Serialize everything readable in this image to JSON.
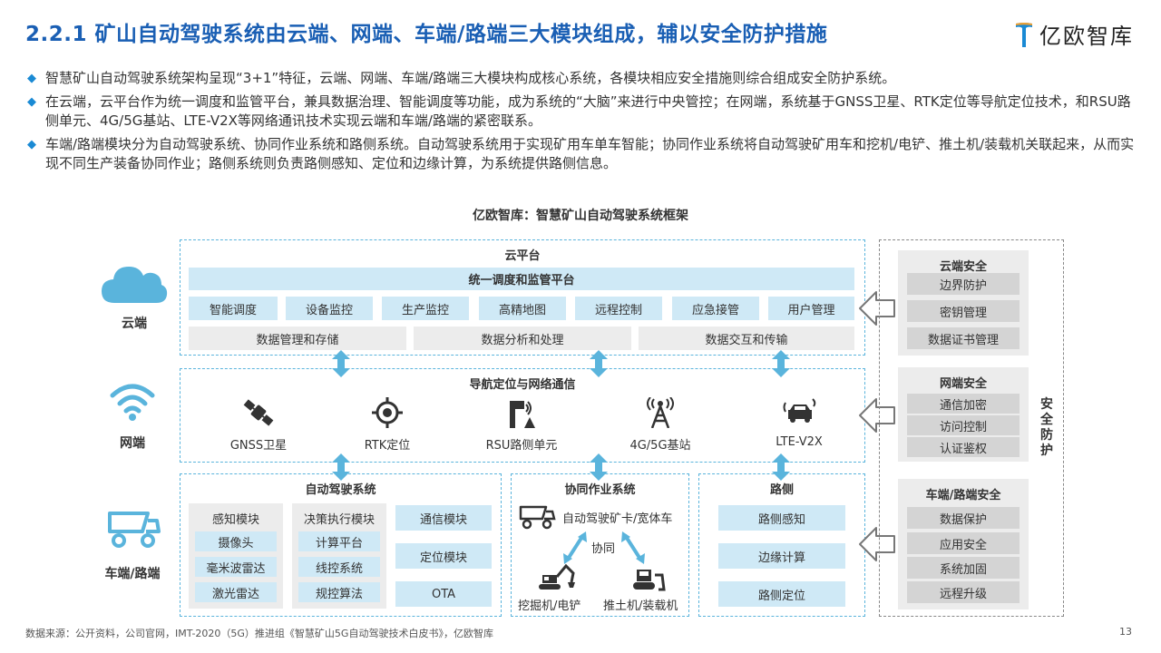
{
  "title": "2.2.1 矿山自动驾驶系统由云端、网端、车端/路端三大模块组成，辅以安全防护措施",
  "logo": {
    "text": "亿欧智库",
    "color": "#1a8ad4"
  },
  "bullets": [
    "智慧矿山自动驾驶系统架构呈现“3+1”特征，云端、网端、车端/路端三大模块构成核心系统，各模块相应安全措施则综合组成安全防护系统。",
    "在云端，云平台作为统一调度和监管平台，兼具数据治理、智能调度等功能，成为系统的“大脑”来进行中央管控；在网端，系统基于GNSS卫星、RTK定位等导航定位技术，和RSU路侧单元、4G/5G基站、LTE-V2X等网络通讯技术实现云端和车端/路端的紧密联系。",
    "车端/路端模块分为自动驾驶系统、协同作业系统和路侧系统。自动驾驶系统用于实现矿用车单车智能；协同作业系统将自动驾驶矿用车和挖机/电铲、推土机/装载机关联起来，从而实现不同生产装备协同作业；路侧系统则负责路侧感知、定位和边缘计算，为系统提供路侧信息。"
  ],
  "figure_title": "亿欧智库：智慧矿山自动驾驶系统框架",
  "rows": {
    "cloud": "云端",
    "network": "网端",
    "vehicle": "车端/路端"
  },
  "cloud": {
    "title": "云平台",
    "bar": "统一调度和监管平台",
    "modules": [
      "智能调度",
      "设备监控",
      "生产监控",
      "高精地图",
      "远程控制",
      "应急接管",
      "用户管理"
    ],
    "data": [
      "数据管理和存储",
      "数据分析和处理",
      "数据交互和传输"
    ]
  },
  "network": {
    "title": "导航定位与网络通信",
    "items": [
      {
        "label": "GNSS卫星",
        "icon": "satellite-icon"
      },
      {
        "label": "RTK定位",
        "icon": "crosshair-icon"
      },
      {
        "label": "RSU路侧单元",
        "icon": "rsu-icon"
      },
      {
        "label": "4G/5G基站",
        "icon": "tower-icon"
      },
      {
        "label": "LTE-V2X",
        "icon": "v2x-car-icon"
      }
    ]
  },
  "autodrive": {
    "title": "自动驾驶系统",
    "perception": {
      "head": "感知模块",
      "items": [
        "摄像头",
        "毫米波雷达",
        "激光雷达"
      ]
    },
    "decision": {
      "head": "决策执行模块",
      "items": [
        "计算平台",
        "线控系统",
        "规控算法"
      ]
    },
    "others": [
      "通信模块",
      "定位模块",
      "OTA"
    ]
  },
  "cooperative": {
    "title": "协同作业系统",
    "truck": "自动驾驶矿卡/宽体车",
    "middle": "协同",
    "excavator": "挖掘机/电铲",
    "dozer": "推土机/装载机"
  },
  "roadside": {
    "title": "路侧",
    "items": [
      "路侧感知",
      "边缘计算",
      "路侧定位"
    ]
  },
  "security": {
    "label": "安全防护",
    "groups": [
      {
        "title": "云端安全",
        "items": [
          "边界防护",
          "密钥管理",
          "数据证书管理"
        ]
      },
      {
        "title": "网端安全",
        "items": [
          "通信加密",
          "访问控制",
          "认证鉴权"
        ]
      },
      {
        "title": "车端/路端安全",
        "items": [
          "数据保护",
          "应用安全",
          "系统加固",
          "远程升级"
        ]
      }
    ]
  },
  "source": "数据来源：公开资料，公司官网，IMT-2020（5G）推进组《智慧矿山5G自动驾驶技术白皮书》，亿欧智库",
  "page_number": "13",
  "colors": {
    "accent": "#1a5fb4",
    "light_blue": "#cfe9f6",
    "icon_blue": "#5ab4dc",
    "gray_box": "#ececec"
  }
}
